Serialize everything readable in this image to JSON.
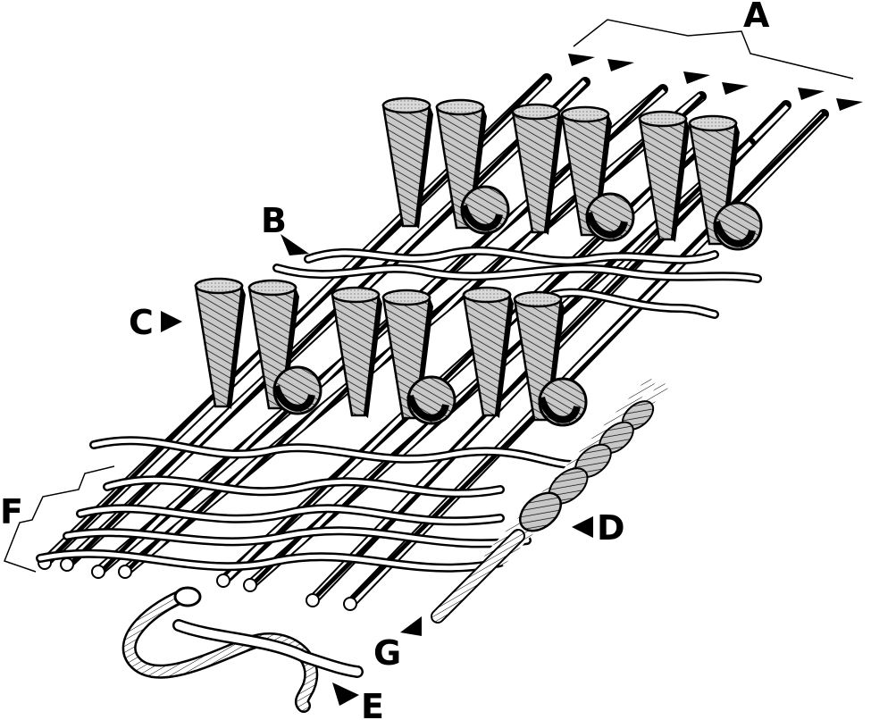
{
  "labels": {
    "A": "A",
    "B": "B",
    "C": "C",
    "D": "D",
    "E": "E",
    "F": "F",
    "G": "G"
  },
  "colors": {
    "ink": "#000000",
    "tuft_fill": "#c8c8c8",
    "tuft_top": "#d9d9d9",
    "background": "#ffffff"
  },
  "icons": {
    "arrowhead": "triangle-arrow-icon"
  }
}
